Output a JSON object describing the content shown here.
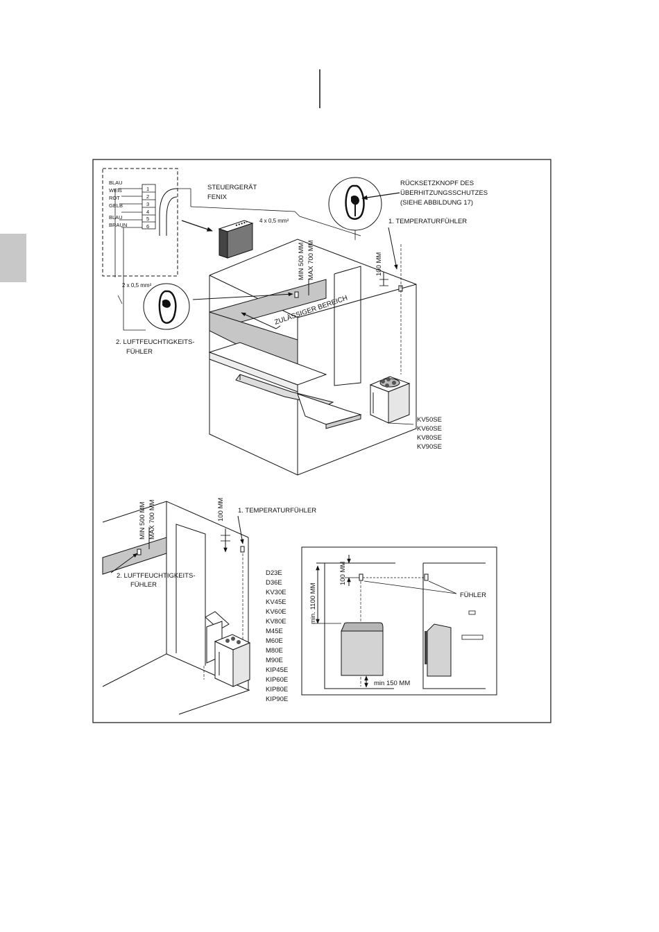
{
  "wiring": {
    "wire_colors": [
      "BLAU",
      "WEIß",
      "ROT",
      "GELB",
      "BLAU",
      "BRAUN"
    ],
    "terminals": [
      "1",
      "2",
      "3",
      "4",
      "5",
      "6"
    ],
    "cable_top": "4 x 0,5 mm²",
    "cable_left": "2 x 0,5 mm²"
  },
  "top_diagram": {
    "control_unit": [
      "STEUERGERÄT",
      "FENIX"
    ],
    "reset_button": [
      "RÜCKSETZKNOPF DES",
      "ÜBERHITZUNGSSCHUTZES",
      "(SIEHE ABBILDUNG 17)"
    ],
    "temp_sensor": "1. TEMPERATURFÜHLER",
    "dist_100": "100 MM",
    "min_500": "MIN 500 MM",
    "max_700": "MAX 700 MM",
    "allowed_zone": "ZULÄSSIGER BEREICH",
    "humidity_sensor": [
      "2. LUFTFEUCHTIGKEITS-",
      "FÜHLER"
    ],
    "heater_models": [
      "KV50SE",
      "KV60SE",
      "KV80SE",
      "KV90SE"
    ]
  },
  "bottom_diagram": {
    "dist_100": "100 MM",
    "temp_sensor": "1. TEMPERATURFÜHLER",
    "min_500": "MIN 500 MM",
    "max_700": "MAX 700 MM",
    "humidity_sensor": [
      "2. LUFTFEUCHTIGKEITS-",
      "FÜHLER"
    ],
    "heater_models": [
      "D23E",
      "D36E",
      "KV30E",
      "KV45E",
      "KV60E",
      "KV80E",
      "M45E",
      "M60E",
      "M80E",
      "M90E",
      "KIP45E",
      "KIP60E",
      "KIP80E",
      "KIP90E"
    ]
  },
  "inset": {
    "min_1100": "min. 1100 MM",
    "dist_100": "100 MM",
    "sensor": "FÜHLER",
    "min_150": "min 150 MM"
  }
}
